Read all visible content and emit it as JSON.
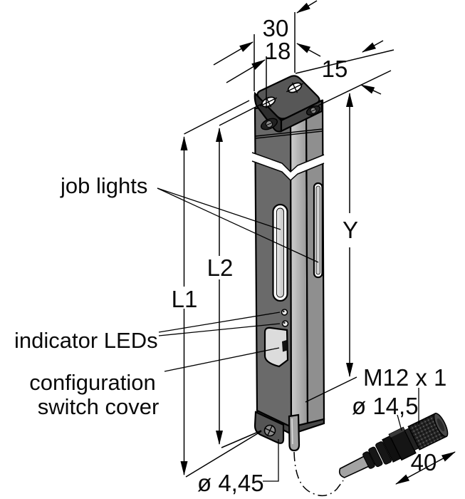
{
  "diagram": {
    "part_labels": {
      "job_lights": "job lights",
      "indicator_leds": "indicator LEDs",
      "configuration_line1": "configuration",
      "configuration_line2": "switch cover"
    },
    "dimensions": {
      "bracket_width": "30",
      "hole_spacing": "18",
      "bracket_depth": "15",
      "length_l1": "L1",
      "length_l2": "L2",
      "window_length_y": "Y",
      "connector_thread": "M12 x 1",
      "connector_diameter": "ø 14,5",
      "connector_length": "40",
      "mounting_hole_diameter": "ø 4,45"
    },
    "colors": {
      "background": "#ffffff",
      "line": "#000000",
      "body_front": "#6a6a6a",
      "body_side": "#8f8f8f",
      "body_chamfer_light": "#cfcfcf",
      "body_chamfer_dark": "#969696",
      "bracket": "#575757",
      "cable": "#a3a3a3",
      "connector_body": "#161616",
      "light_strip": "#ffffff",
      "switch_cover": "#dcdcdc"
    }
  }
}
